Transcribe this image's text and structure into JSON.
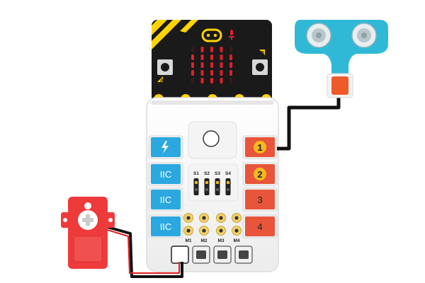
{
  "microbit": {
    "button_a_label": "A",
    "button_b_label": "B",
    "led_color": "#e0202a",
    "board_color": "#1a1a1a",
    "accent_color": "#ffd400",
    "lit_pattern": [
      [
        0,
        1,
        1,
        1,
        0
      ],
      [
        1,
        1,
        1,
        1,
        1
      ],
      [
        1,
        1,
        1,
        1,
        1
      ],
      [
        1,
        1,
        1,
        1,
        1
      ],
      [
        0,
        1,
        1,
        1,
        0
      ]
    ]
  },
  "expansion_board": {
    "left_ports": [
      {
        "label": "",
        "icon": "lightning-icon"
      },
      {
        "label": "IIC"
      },
      {
        "label": "IIC"
      },
      {
        "label": "IIC"
      }
    ],
    "right_ports": [
      {
        "label": "1",
        "highlight": true
      },
      {
        "label": "2",
        "highlight": true
      },
      {
        "label": "3",
        "highlight": false
      },
      {
        "label": "4",
        "highlight": false
      }
    ],
    "switch_labels": [
      "S1",
      "S2",
      "S3",
      "S4"
    ],
    "motor_labels": [
      "M1",
      "M2",
      "M3",
      "M4"
    ],
    "colors": {
      "blue_port": "#2aa8df",
      "red_port": "#e8553a",
      "highlight": "#f6b91d"
    }
  },
  "ultrasonic_sensor": {
    "color": "#2fb9d6",
    "connector_color": "#ee5a2a"
  },
  "servo": {
    "color": "#ee3a3a"
  },
  "wires": {
    "sensor_wire_color": "#111111",
    "servo_wire_colors": [
      "#111111",
      "#e02020"
    ]
  }
}
